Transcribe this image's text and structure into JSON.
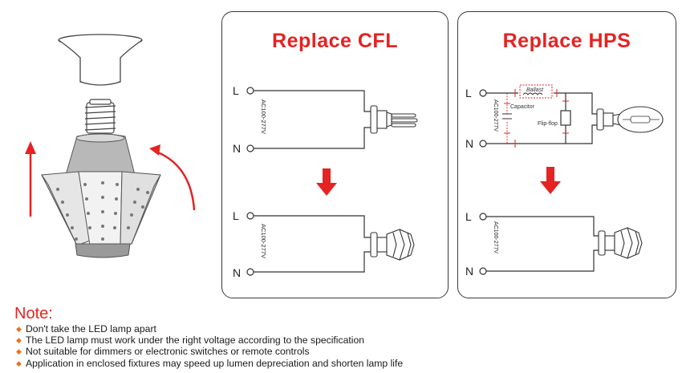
{
  "panels": {
    "cfl": {
      "title": "Replace CFL"
    },
    "hps": {
      "title": "Replace HPS"
    }
  },
  "wiring": {
    "live": "L",
    "neutral": "N",
    "voltage": "AC100-277V",
    "ballast": "Ballast",
    "capacitor": "Capacitor",
    "flipflop": "Flip-flop"
  },
  "note": {
    "title": "Note:",
    "items": [
      "Don't take the LED lamp apart",
      "The LED lamp must work under the right voltage according to the specification",
      "Not suitable for dimmers or electronic switches or remote controls",
      "Application in enclosed fixtures may speed up lumen depreciation and shorten lamp life"
    ]
  },
  "colors": {
    "accent": "#e42322",
    "bullet": "#e8731c",
    "line": "#3a3a3a"
  }
}
